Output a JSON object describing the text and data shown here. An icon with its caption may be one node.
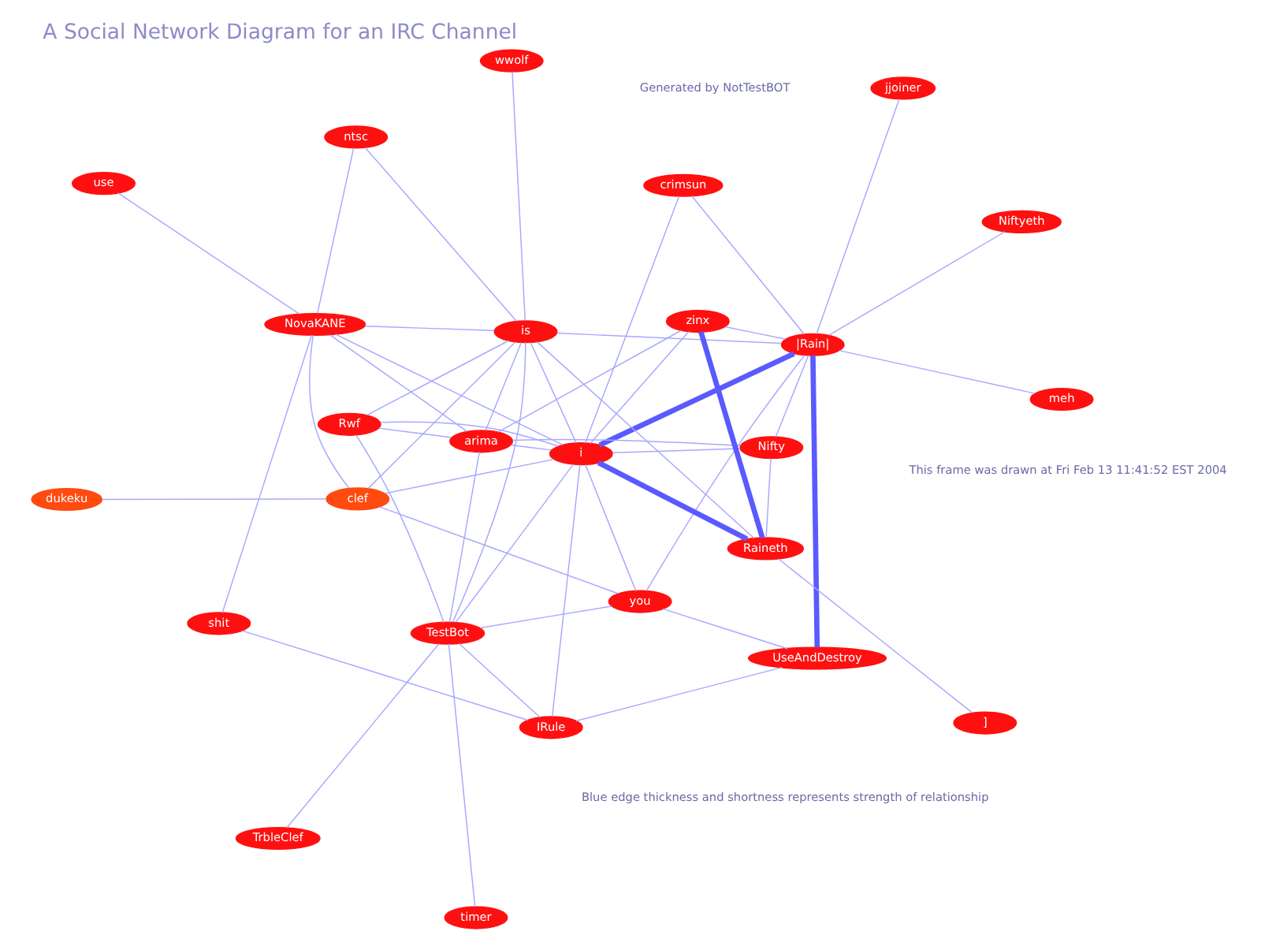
{
  "diagram": {
    "title": "A Social Network Diagram for an IRC Channel",
    "nodes": [
      {
        "text": [
          "jjoiner"
        ]
      },
      {
        "text": [
          "meh"
        ]
      },
      {
        "text": [
          "UseAndDestroy"
        ]
      },
      {
        "text": [
          "crimsun"
        ]
      },
      {
        "text": [
          "Niftyeth"
        ]
      },
      {
        "text": [
          "|Rain|"
        ]
      },
      {
        "text": [
          "shit"
        ]
      },
      {
        "text": [
          "IRule"
        ]
      },
      {
        "text": [
          "dukeku"
        ]
      },
      {
        "text": [
          "you"
        ]
      },
      {
        "text": [
          "clef"
        ]
      },
      {
        "text": [
          "i"
        ]
      },
      {
        "text": [
          "Nifty"
        ]
      },
      {
        "text": [
          "zinx"
        ]
      },
      {
        "text": [
          "NovaKANE"
        ]
      },
      {
        "text": [
          "TestBot"
        ]
      },
      {
        "text": [
          "timer"
        ]
      },
      {
        "text": [
          "is"
        ]
      },
      {
        "text": [
          "arima"
        ]
      },
      {
        "text": [
          "use"
        ]
      },
      {
        "text": [
          "Raineth"
        ]
      },
      {
        "text": [
          "TrbleClef"
        ]
      },
      {
        "text": [
          "ntsc"
        ]
      },
      {
        "text": [
          "Rwf"
        ]
      },
      {
        "text": [
          "wwolf"
        ]
      },
      {
        "text": [
          "]"
        ]
      }
    ],
    "edges": [
      {
        "from": 0,
        "to": 5,
        "arrow": "none"
      },
      {
        "from": 1,
        "to": 5,
        "arrow": "none"
      },
      {
        "from": 4,
        "to": 5,
        "arrow": "none"
      },
      {
        "from": 2,
        "to": 5,
        "arrow": "none",
        "style": "thick"
      },
      {
        "from": 2,
        "to": 7,
        "arrow": "none"
      },
      {
        "from": 2,
        "to": 9,
        "arrow": "none"
      },
      {
        "from": 3,
        "to": 5,
        "arrow": "none"
      },
      {
        "from": 3,
        "to": 11,
        "arrow": "none"
      },
      {
        "from": 6,
        "to": 7,
        "arrow": "none"
      },
      {
        "from": 6,
        "to": 14,
        "arrow": "none"
      },
      {
        "from": 8,
        "to": 10,
        "arrow": "none"
      },
      {
        "from": 10,
        "to": 9,
        "arrow": "none"
      },
      {
        "from": 10,
        "to": 11,
        "arrow": "none"
      },
      {
        "from": 10,
        "to": 14,
        "arrow": "none"
      },
      {
        "from": 10,
        "to": 17,
        "arrow": "none"
      },
      {
        "from": 7,
        "to": 11,
        "arrow": "none"
      },
      {
        "from": 7,
        "to": 15,
        "arrow": "none"
      },
      {
        "from": 9,
        "to": 5,
        "arrow": "none"
      },
      {
        "from": 9,
        "to": 11,
        "arrow": "none"
      },
      {
        "from": 9,
        "to": 15,
        "arrow": "none"
      },
      {
        "from": 11,
        "to": 5,
        "arrow": "none",
        "style": "thick"
      },
      {
        "from": 5,
        "to": 13,
        "arrow": "none"
      },
      {
        "from": 5,
        "to": 12,
        "arrow": "none"
      },
      {
        "from": 5,
        "to": 17,
        "arrow": "none"
      },
      {
        "from": 11,
        "to": 12,
        "arrow": "none"
      },
      {
        "from": 11,
        "to": 13,
        "arrow": "none"
      },
      {
        "from": 11,
        "to": 15,
        "arrow": "none"
      },
      {
        "from": 11,
        "to": 20,
        "arrow": "none",
        "style": "thick"
      },
      {
        "from": 11,
        "to": 23,
        "arrow": "none"
      },
      {
        "from": 11,
        "to": 18,
        "arrow": "none"
      },
      {
        "from": 11,
        "to": 14,
        "arrow": "none"
      },
      {
        "from": 11,
        "to": 17,
        "arrow": "none"
      },
      {
        "from": 13,
        "to": 20,
        "arrow": "none",
        "style": "thick"
      },
      {
        "from": 13,
        "to": 18,
        "arrow": "none"
      },
      {
        "from": 12,
        "to": 18,
        "arrow": "none"
      },
      {
        "from": 12,
        "to": 20,
        "arrow": "none"
      },
      {
        "from": 15,
        "to": 16,
        "arrow": "none"
      },
      {
        "from": 15,
        "to": 21,
        "arrow": "none"
      },
      {
        "from": 15,
        "to": 23,
        "arrow": "none"
      },
      {
        "from": 15,
        "to": 17,
        "arrow": "none"
      },
      {
        "from": 15,
        "to": 18,
        "arrow": "none"
      },
      {
        "from": 14,
        "to": 17,
        "arrow": "none"
      },
      {
        "from": 14,
        "to": 18,
        "arrow": "none"
      },
      {
        "from": 14,
        "to": 19,
        "arrow": "none"
      },
      {
        "from": 14,
        "to": 22,
        "arrow": "none"
      },
      {
        "from": 17,
        "to": 22,
        "arrow": "none"
      },
      {
        "from": 17,
        "to": 24,
        "arrow": "none"
      },
      {
        "from": 17,
        "to": 20,
        "arrow": "none"
      },
      {
        "from": 17,
        "to": 23,
        "arrow": "none"
      },
      {
        "from": 17,
        "to": 18,
        "arrow": "none"
      },
      {
        "from": 18,
        "to": 23,
        "arrow": "none"
      },
      {
        "from": 20,
        "to": 25,
        "arrow": "none"
      }
    ],
    "labels": [
      "Generated by NotTestBOT",
      "Blue edge thickness and shortness represents strength of relationship",
      "This frame was drawn at Fri Feb 13 11:41:52 EST 2004"
    ]
  }
}
